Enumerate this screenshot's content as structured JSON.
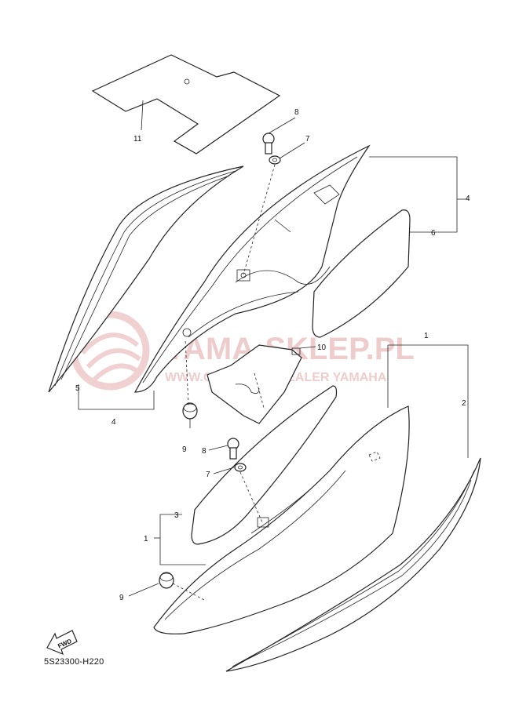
{
  "diagram": {
    "code": "5S23300-H220",
    "fwd_label": "FWD",
    "watermark": {
      "title": "YAMA-SKLEP.PL",
      "subtitle": "WWW.OFICJALNY DEALER YAMAHA"
    },
    "callouts": {
      "c1a": "1",
      "c1b": "1",
      "c2": "2",
      "c3": "3",
      "c4a": "4",
      "c4b": "4",
      "c5": "5",
      "c6": "6",
      "c7a": "7",
      "c7b": "7",
      "c8a": "8",
      "c8b": "8",
      "c9a": "9",
      "c9b": "9",
      "c10": "10",
      "c11": "11"
    }
  },
  "colors": {
    "line": "#222222",
    "watermark": "#e2a3a3",
    "background": "#ffffff"
  }
}
